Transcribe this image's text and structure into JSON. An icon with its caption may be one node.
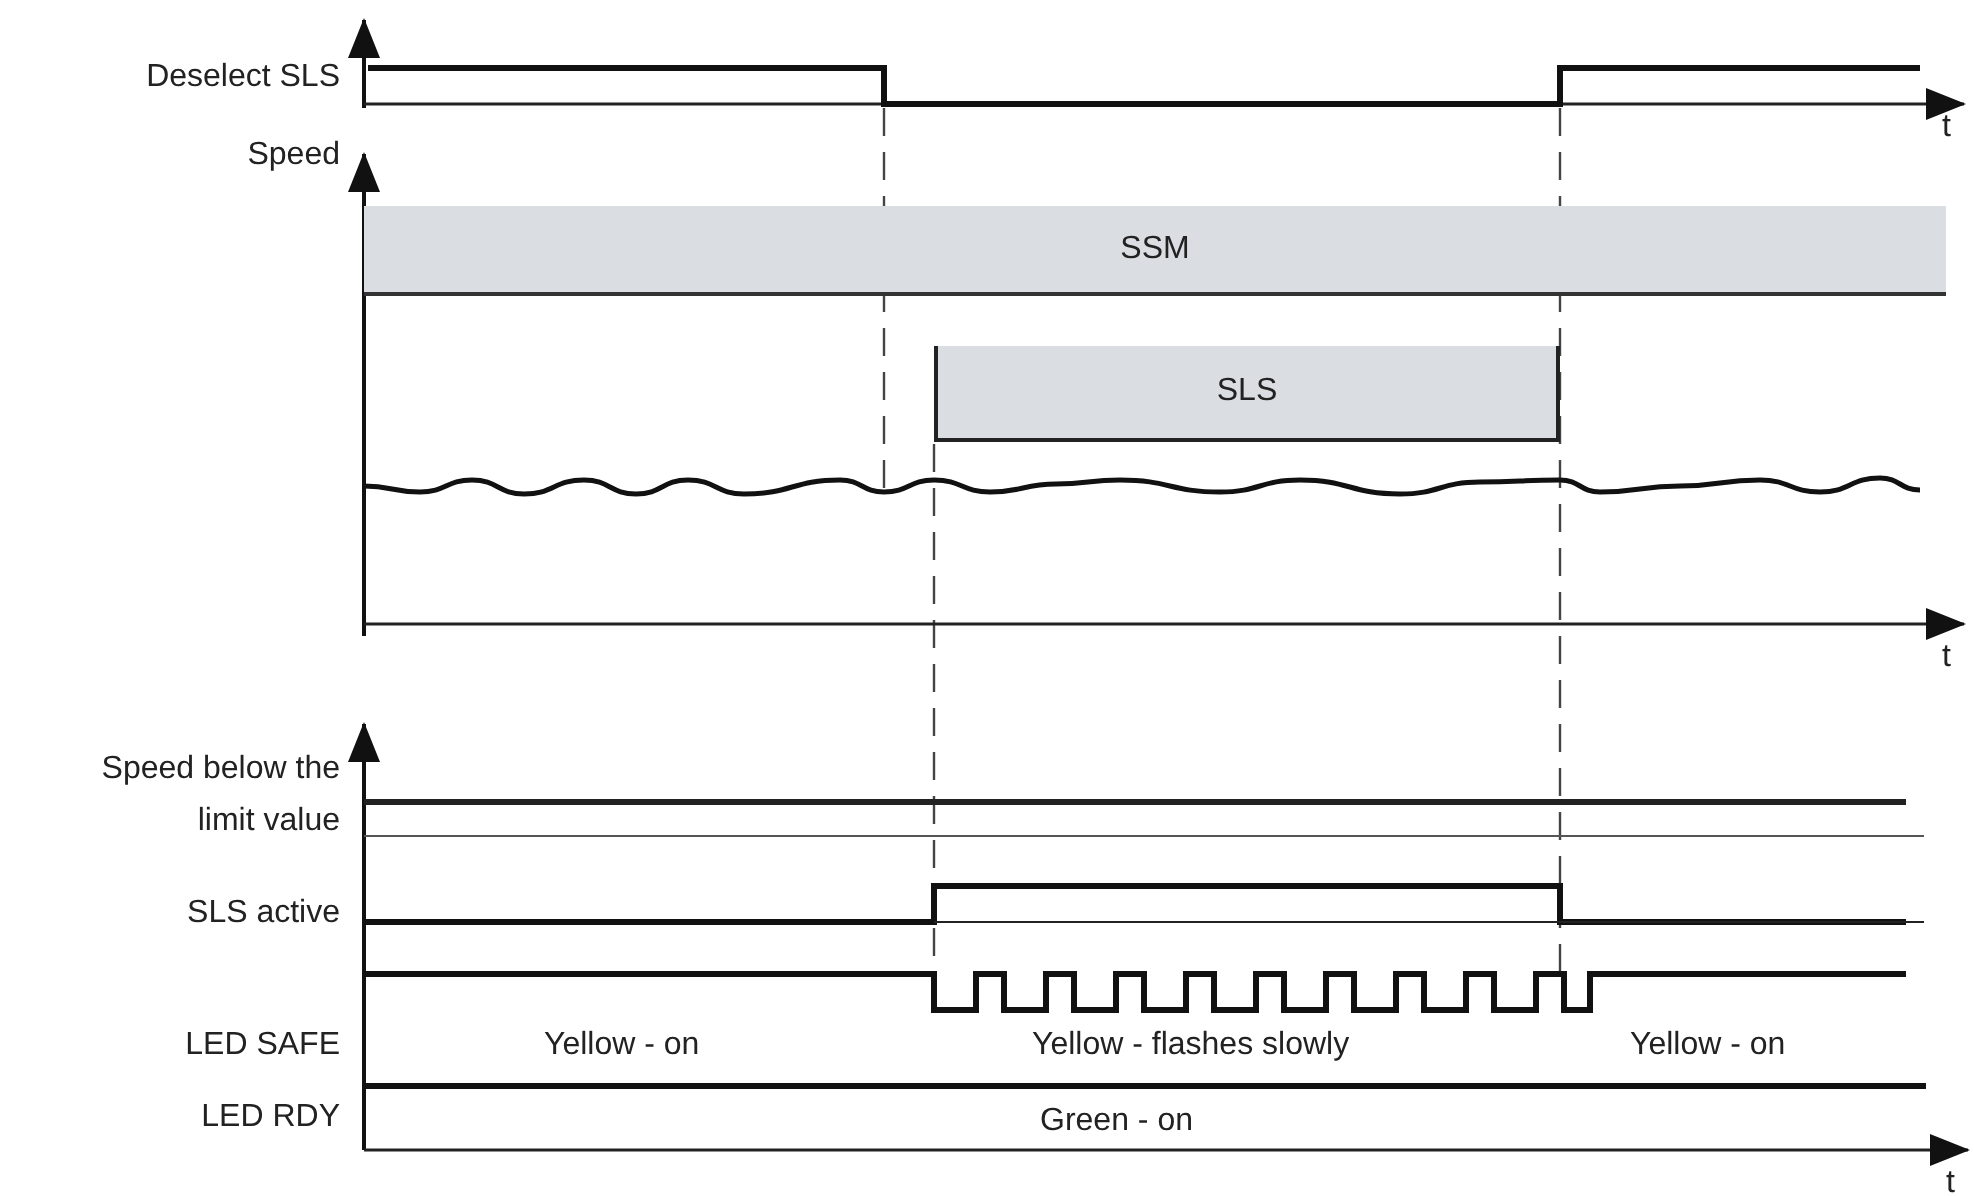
{
  "diagram": {
    "nodes": [
      {
        "text": [
          "SSM"
        ]
      },
      {
        "text": [
          "SLS"
        ]
      }
    ],
    "labels": [
      "Deselect SLS",
      "t",
      "Speed",
      "t",
      "Speed below the limit value",
      "SLS active",
      "LED SAFE",
      "Yellow - on",
      "Yellow - flashes slowly",
      "Yellow - on",
      "LED RDY",
      "Green - on",
      "t"
    ]
  }
}
